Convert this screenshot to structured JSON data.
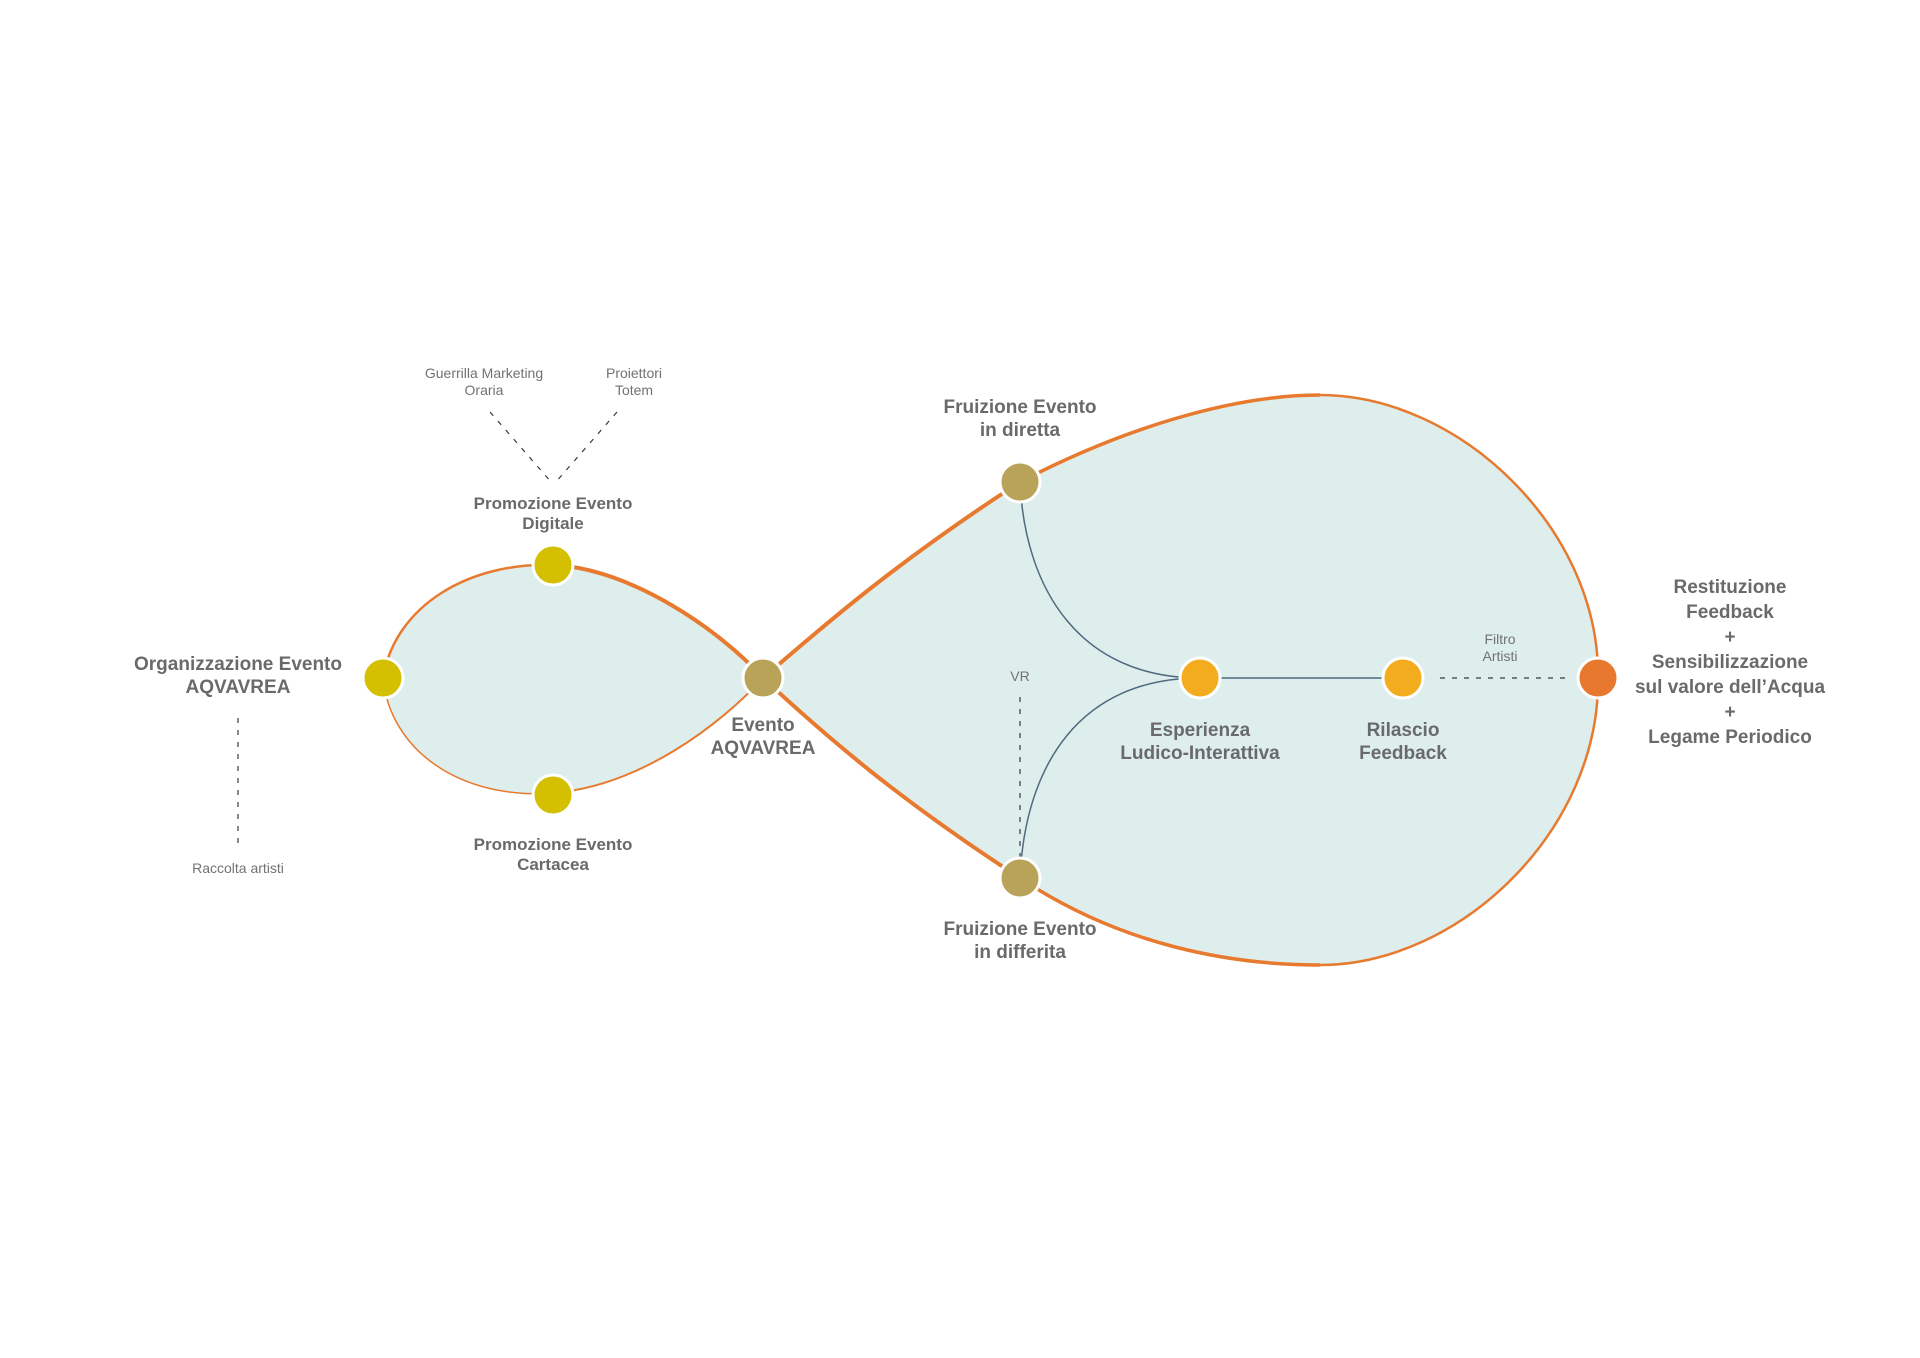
{
  "colors": {
    "fill": "#ddeeed",
    "orange": "#e87a2f",
    "teal_line": "#4f6a7e",
    "yellow": "#d4c000",
    "olive": "#b8a358",
    "amber": "#f2ac1e",
    "end_orange": "#e8782e",
    "text": "#6a6a6a"
  },
  "nodes": {
    "organizzazione": {
      "line1": "Organizzazione Evento",
      "line2": "AQVAVREA",
      "color": "yellow"
    },
    "promo_digitale": {
      "line1": "Promozione Evento",
      "line2": "Digitale",
      "color": "yellow"
    },
    "promo_cartacea": {
      "line1": "Promozione Evento",
      "line2": "Cartacea",
      "color": "yellow"
    },
    "evento": {
      "line1": "Evento",
      "line2": "AQVAVREA",
      "color": "olive"
    },
    "fruizione_diretta": {
      "line1": "Fruizione Evento",
      "line2": "in diretta",
      "color": "olive"
    },
    "fruizione_differita": {
      "line1": "Fruizione Evento",
      "line2": "in differita",
      "color": "olive"
    },
    "esperienza": {
      "line1": "Esperienza",
      "line2": "Ludico-Interattiva",
      "color": "amber"
    },
    "rilascio": {
      "line1": "Rilascio",
      "line2": "Feedback",
      "color": "amber"
    },
    "restituzione": {
      "lines": [
        "Restituzione",
        "Feedback",
        "+",
        "Sensibilizzazione",
        "sul valore dell’Acqua",
        "+",
        "Legame Periodico"
      ],
      "color": "end_orange"
    }
  },
  "annotations": {
    "guerrilla": {
      "line1": "Guerrilla Marketing",
      "line2": "Oraria"
    },
    "proiettori": {
      "line1": "Proiettori",
      "line2": "Totem"
    },
    "raccolta": {
      "text": "Raccolta artisti"
    },
    "vr": {
      "text": "VR"
    },
    "filtro": {
      "line1": "Filtro",
      "line2": "Artisti"
    }
  }
}
